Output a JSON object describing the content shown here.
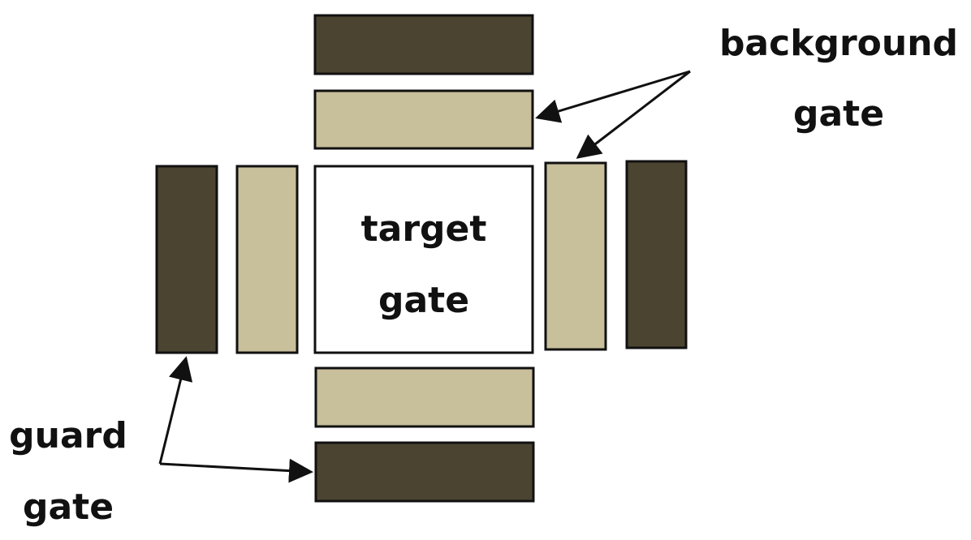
{
  "colors": {
    "guard_gate_fill": "#4a4431",
    "background_gate_fill": "#c8bf9b",
    "target_gate_fill": "#ffffff",
    "outline": "#111111"
  },
  "labels": {
    "target_line1": "target",
    "target_line2": "gate",
    "background_line1": "background",
    "background_line2": "gate",
    "guard_line1": "guard",
    "guard_line2": "gate"
  }
}
